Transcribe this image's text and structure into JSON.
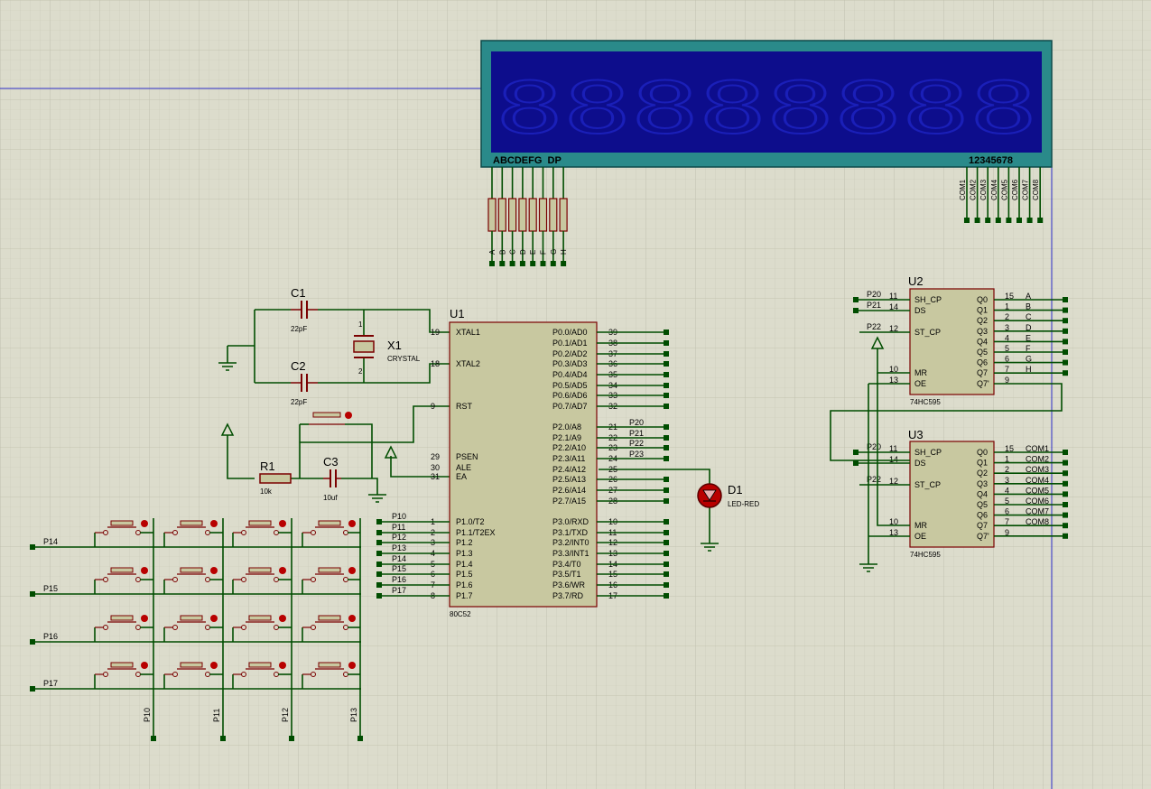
{
  "colors": {
    "grid_bg": "#dcdccc",
    "grid_line": "#c6c6b6",
    "wire": "#004d00",
    "body": "#c8c8a0",
    "body_stroke": "#7a0000",
    "lcd_frame": "#2a8a8a",
    "lcd_bg": "#0d0d8c",
    "lcd_seg": "#1a1fb8",
    "led_red": "#b80000"
  },
  "display": {
    "segments_label": "ABCDEFG  DP",
    "digits_label": "12345678",
    "digit_text": "88888888",
    "seg_pins": [
      "A",
      "B",
      "C",
      "D",
      "E",
      "F",
      "G",
      "H"
    ],
    "com_pins": [
      "COM1",
      "COM2",
      "COM3",
      "COM4",
      "COM5",
      "COM6",
      "COM7",
      "COM8"
    ]
  },
  "u1": {
    "ref": "U1",
    "part": "80C52",
    "left": [
      [
        "19",
        "XTAL1"
      ],
      [
        "18",
        "XTAL2"
      ],
      [
        "9",
        "RST"
      ],
      [
        "29",
        "PSEN"
      ],
      [
        "30",
        "ALE"
      ],
      [
        "31",
        "EA"
      ],
      [
        "1",
        "P1.0/T2"
      ],
      [
        "2",
        "P1.1/T2EX"
      ],
      [
        "3",
        "P1.2"
      ],
      [
        "4",
        "P1.3"
      ],
      [
        "5",
        "P1.4"
      ],
      [
        "6",
        "P1.5"
      ],
      [
        "7",
        "P1.6"
      ],
      [
        "8",
        "P1.7"
      ]
    ],
    "right": [
      [
        "39",
        "P0.0/AD0"
      ],
      [
        "38",
        "P0.1/AD1"
      ],
      [
        "37",
        "P0.2/AD2"
      ],
      [
        "36",
        "P0.3/AD3"
      ],
      [
        "35",
        "P0.4/AD4"
      ],
      [
        "34",
        "P0.5/AD5"
      ],
      [
        "33",
        "P0.6/AD6"
      ],
      [
        "32",
        "P0.7/AD7"
      ],
      [
        "21",
        "P2.0/A8"
      ],
      [
        "22",
        "P2.1/A9"
      ],
      [
        "23",
        "P2.2/A10"
      ],
      [
        "24",
        "P2.3/A11"
      ],
      [
        "25",
        "P2.4/A12"
      ],
      [
        "26",
        "P2.5/A13"
      ],
      [
        "27",
        "P2.6/A14"
      ],
      [
        "28",
        "P2.7/A15"
      ],
      [
        "10",
        "P3.0/RXD"
      ],
      [
        "11",
        "P3.1/TXD"
      ],
      [
        "12",
        "P3.2/INT0"
      ],
      [
        "13",
        "P3.3/INT1"
      ],
      [
        "14",
        "P3.4/T0"
      ],
      [
        "15",
        "P3.5/T1"
      ],
      [
        "16",
        "P3.6/WR"
      ],
      [
        "17",
        "P3.7/RD"
      ]
    ],
    "p1_nets": [
      "P10",
      "P11",
      "P12",
      "P13",
      "P14",
      "P15",
      "P16",
      "P17"
    ],
    "p2_nets": [
      "P20",
      "P21",
      "P22",
      "P23"
    ]
  },
  "u2": {
    "ref": "U2",
    "part": "74HC595",
    "left": [
      [
        "11",
        "SH_CP"
      ],
      [
        "14",
        "DS"
      ],
      [
        "12",
        "ST_CP"
      ],
      [
        "10",
        "MR"
      ],
      [
        "13",
        "OE"
      ]
    ],
    "right": [
      [
        "15",
        "Q0"
      ],
      [
        "1",
        "Q1"
      ],
      [
        "2",
        "Q2"
      ],
      [
        "3",
        "Q3"
      ],
      [
        "4",
        "Q4"
      ],
      [
        "5",
        "Q5"
      ],
      [
        "6",
        "Q6"
      ],
      [
        "7",
        "Q7"
      ],
      [
        "9",
        "Q7'"
      ]
    ],
    "in_nets": [
      "P20",
      "P21",
      "P22"
    ],
    "out_nets": [
      "A",
      "B",
      "C",
      "D",
      "E",
      "F",
      "G",
      "H"
    ]
  },
  "u3": {
    "ref": "U3",
    "part": "74HC595",
    "left": [
      [
        "11",
        "SH_CP"
      ],
      [
        "14",
        "DS"
      ],
      [
        "12",
        "ST_CP"
      ],
      [
        "10",
        "MR"
      ],
      [
        "13",
        "OE"
      ]
    ],
    "right": [
      [
        "15",
        "Q0"
      ],
      [
        "1",
        "Q1"
      ],
      [
        "2",
        "Q2"
      ],
      [
        "3",
        "Q3"
      ],
      [
        "4",
        "Q4"
      ],
      [
        "5",
        "Q5"
      ],
      [
        "6",
        "Q6"
      ],
      [
        "7",
        "Q7"
      ],
      [
        "9",
        "Q7'"
      ]
    ],
    "in_nets": [
      "P20",
      "P22"
    ],
    "out_nets": [
      "COM1",
      "COM2",
      "COM3",
      "COM4",
      "COM5",
      "COM6",
      "COM7",
      "COM8"
    ]
  },
  "parts": {
    "c1": {
      "ref": "C1",
      "val": "22pF"
    },
    "c2": {
      "ref": "C2",
      "val": "22pF"
    },
    "c3": {
      "ref": "C3",
      "val": "10uf"
    },
    "x1": {
      "ref": "X1",
      "val": "CRYSTAL",
      "pin1": "1",
      "pin2": "2"
    },
    "r1": {
      "ref": "R1",
      "val": "10k"
    },
    "d1": {
      "ref": "D1",
      "val": "LED-RED"
    }
  },
  "keypad": {
    "rows": [
      "P14",
      "P15",
      "P16",
      "P17"
    ],
    "cols": [
      "P10",
      "P11",
      "P12",
      "P13"
    ]
  }
}
